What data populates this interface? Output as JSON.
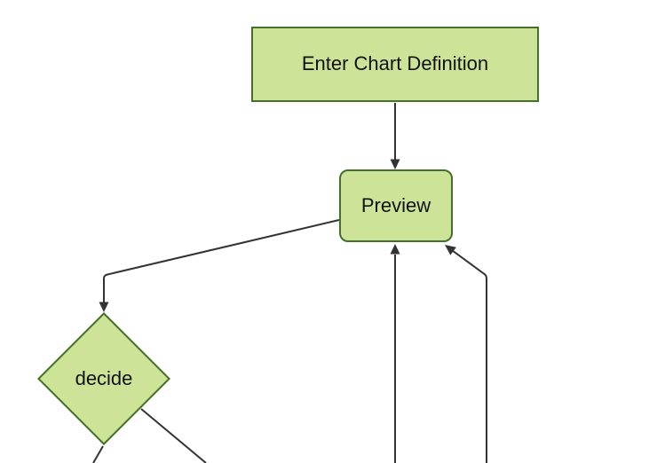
{
  "diagram": {
    "type": "flowchart",
    "direction": "top-down",
    "theme": {
      "background": "#ffffff",
      "node_fill": "#cde498",
      "node_border": "#44702c",
      "edge_color": "#333333",
      "text_color": "#111111"
    },
    "nodes": [
      {
        "id": "enter-chart-definition",
        "label": "Enter Chart Definition",
        "shape": "rectangle"
      },
      {
        "id": "preview",
        "label": "Preview",
        "shape": "rounded-rectangle"
      },
      {
        "id": "decide",
        "label": "decide",
        "shape": "diamond"
      }
    ],
    "edges": [
      {
        "from": "enter-chart-definition",
        "to": "preview",
        "arrowhead": true
      },
      {
        "from": "preview",
        "to": "decide",
        "arrowhead": true
      },
      {
        "from": "offscreen-bottom-center",
        "to": "preview",
        "arrowhead": true
      },
      {
        "from": "offscreen-bottom-right",
        "to": "preview",
        "arrowhead": true
      },
      {
        "from": "decide",
        "to": "offscreen-bottom-left",
        "arrowhead": false
      },
      {
        "from": "decide",
        "to": "offscreen-bottom-right",
        "arrowhead": false
      }
    ]
  }
}
